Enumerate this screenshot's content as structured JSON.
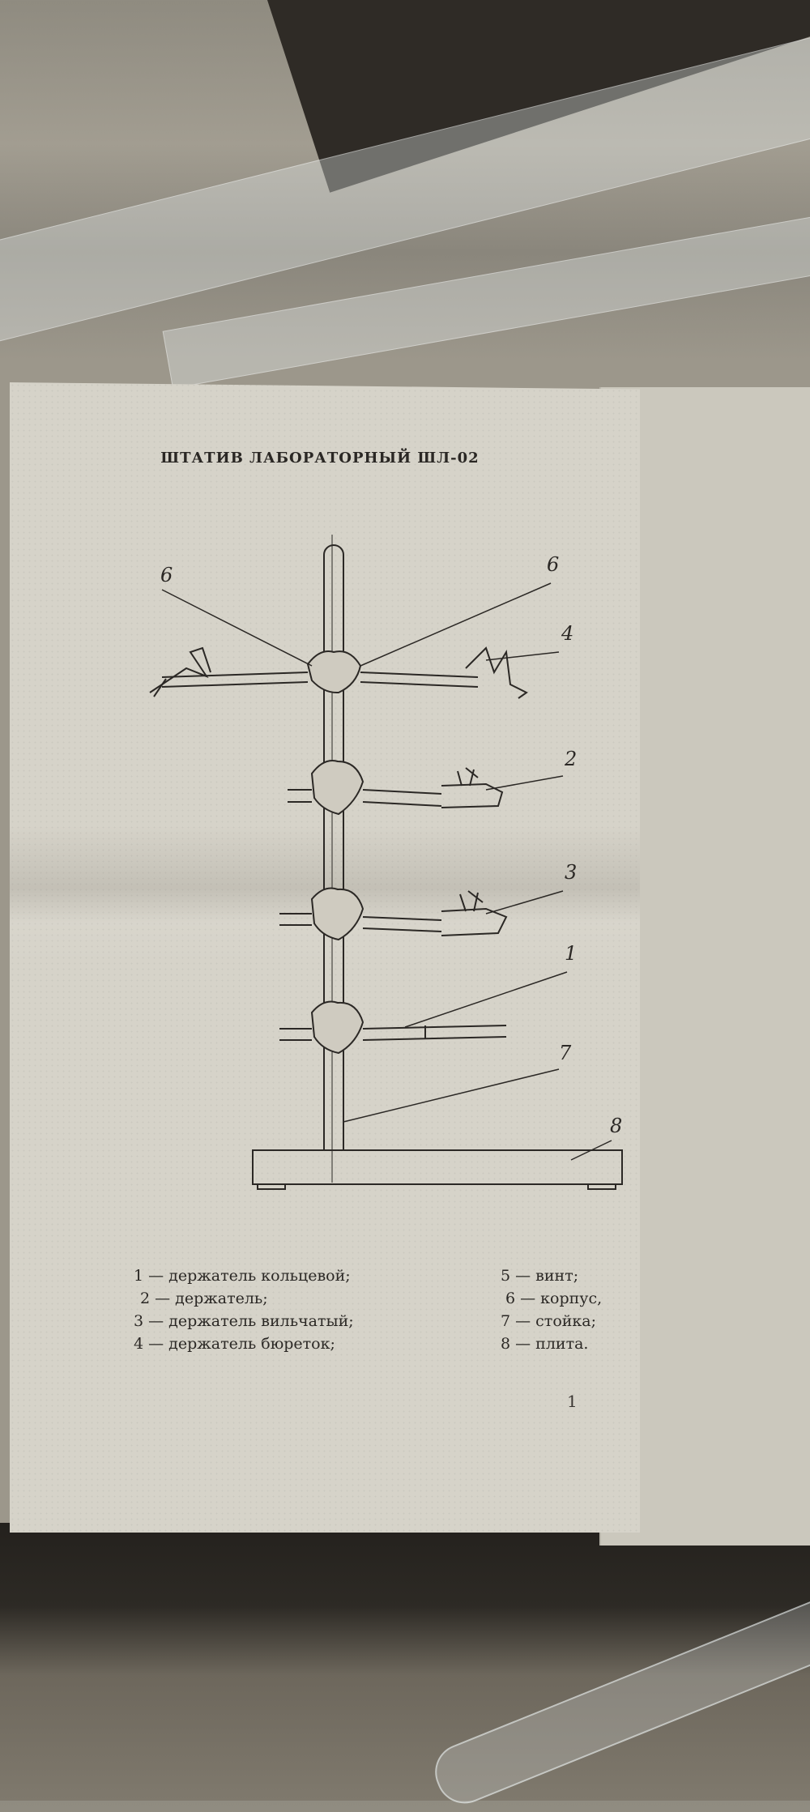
{
  "document": {
    "title": "ШТАТИВ ЛАБОРАТОРНЫЙ ШЛ-02",
    "page_number": "1"
  },
  "callouts": [
    "6",
    "6",
    "4",
    "2",
    "3",
    "1",
    "7",
    "8"
  ],
  "legend_left": [
    "1 — держатель кольцевой;",
    "2 — держатель;",
    "3 — держатель вильчатый;",
    "4 — держатель бюреток;"
  ],
  "legend_right": [
    "5 — винт;",
    "6 — корпус,",
    "7 — стойка;",
    "8 — плита."
  ]
}
